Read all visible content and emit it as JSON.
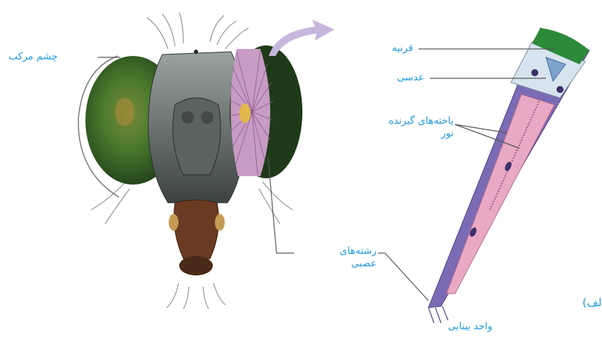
{
  "labels": {
    "compound_eye": "چشم مرکب",
    "cornea": "قرنیه",
    "lens": "عدسی",
    "photoreceptor_line1": "یاخته‌های گیرنده",
    "photoreceptor_line2": "نور",
    "nerve_fibers_line1": "رشته‌های",
    "nerve_fibers_line2": "عصبی",
    "visual_unit": "واحد بینایی",
    "panel": "الف)"
  },
  "colors": {
    "label_text": "#1f9be0",
    "leader_line": "#555555",
    "eye_green": "#3f6b2a",
    "eye_purple": "#c79bc3",
    "cornea_green": "#2d8a3a",
    "ommatidium_purple": "#6e5aa8",
    "ommatidium_pink": "#e9a9c4",
    "arrow": "#c7b6dc"
  }
}
